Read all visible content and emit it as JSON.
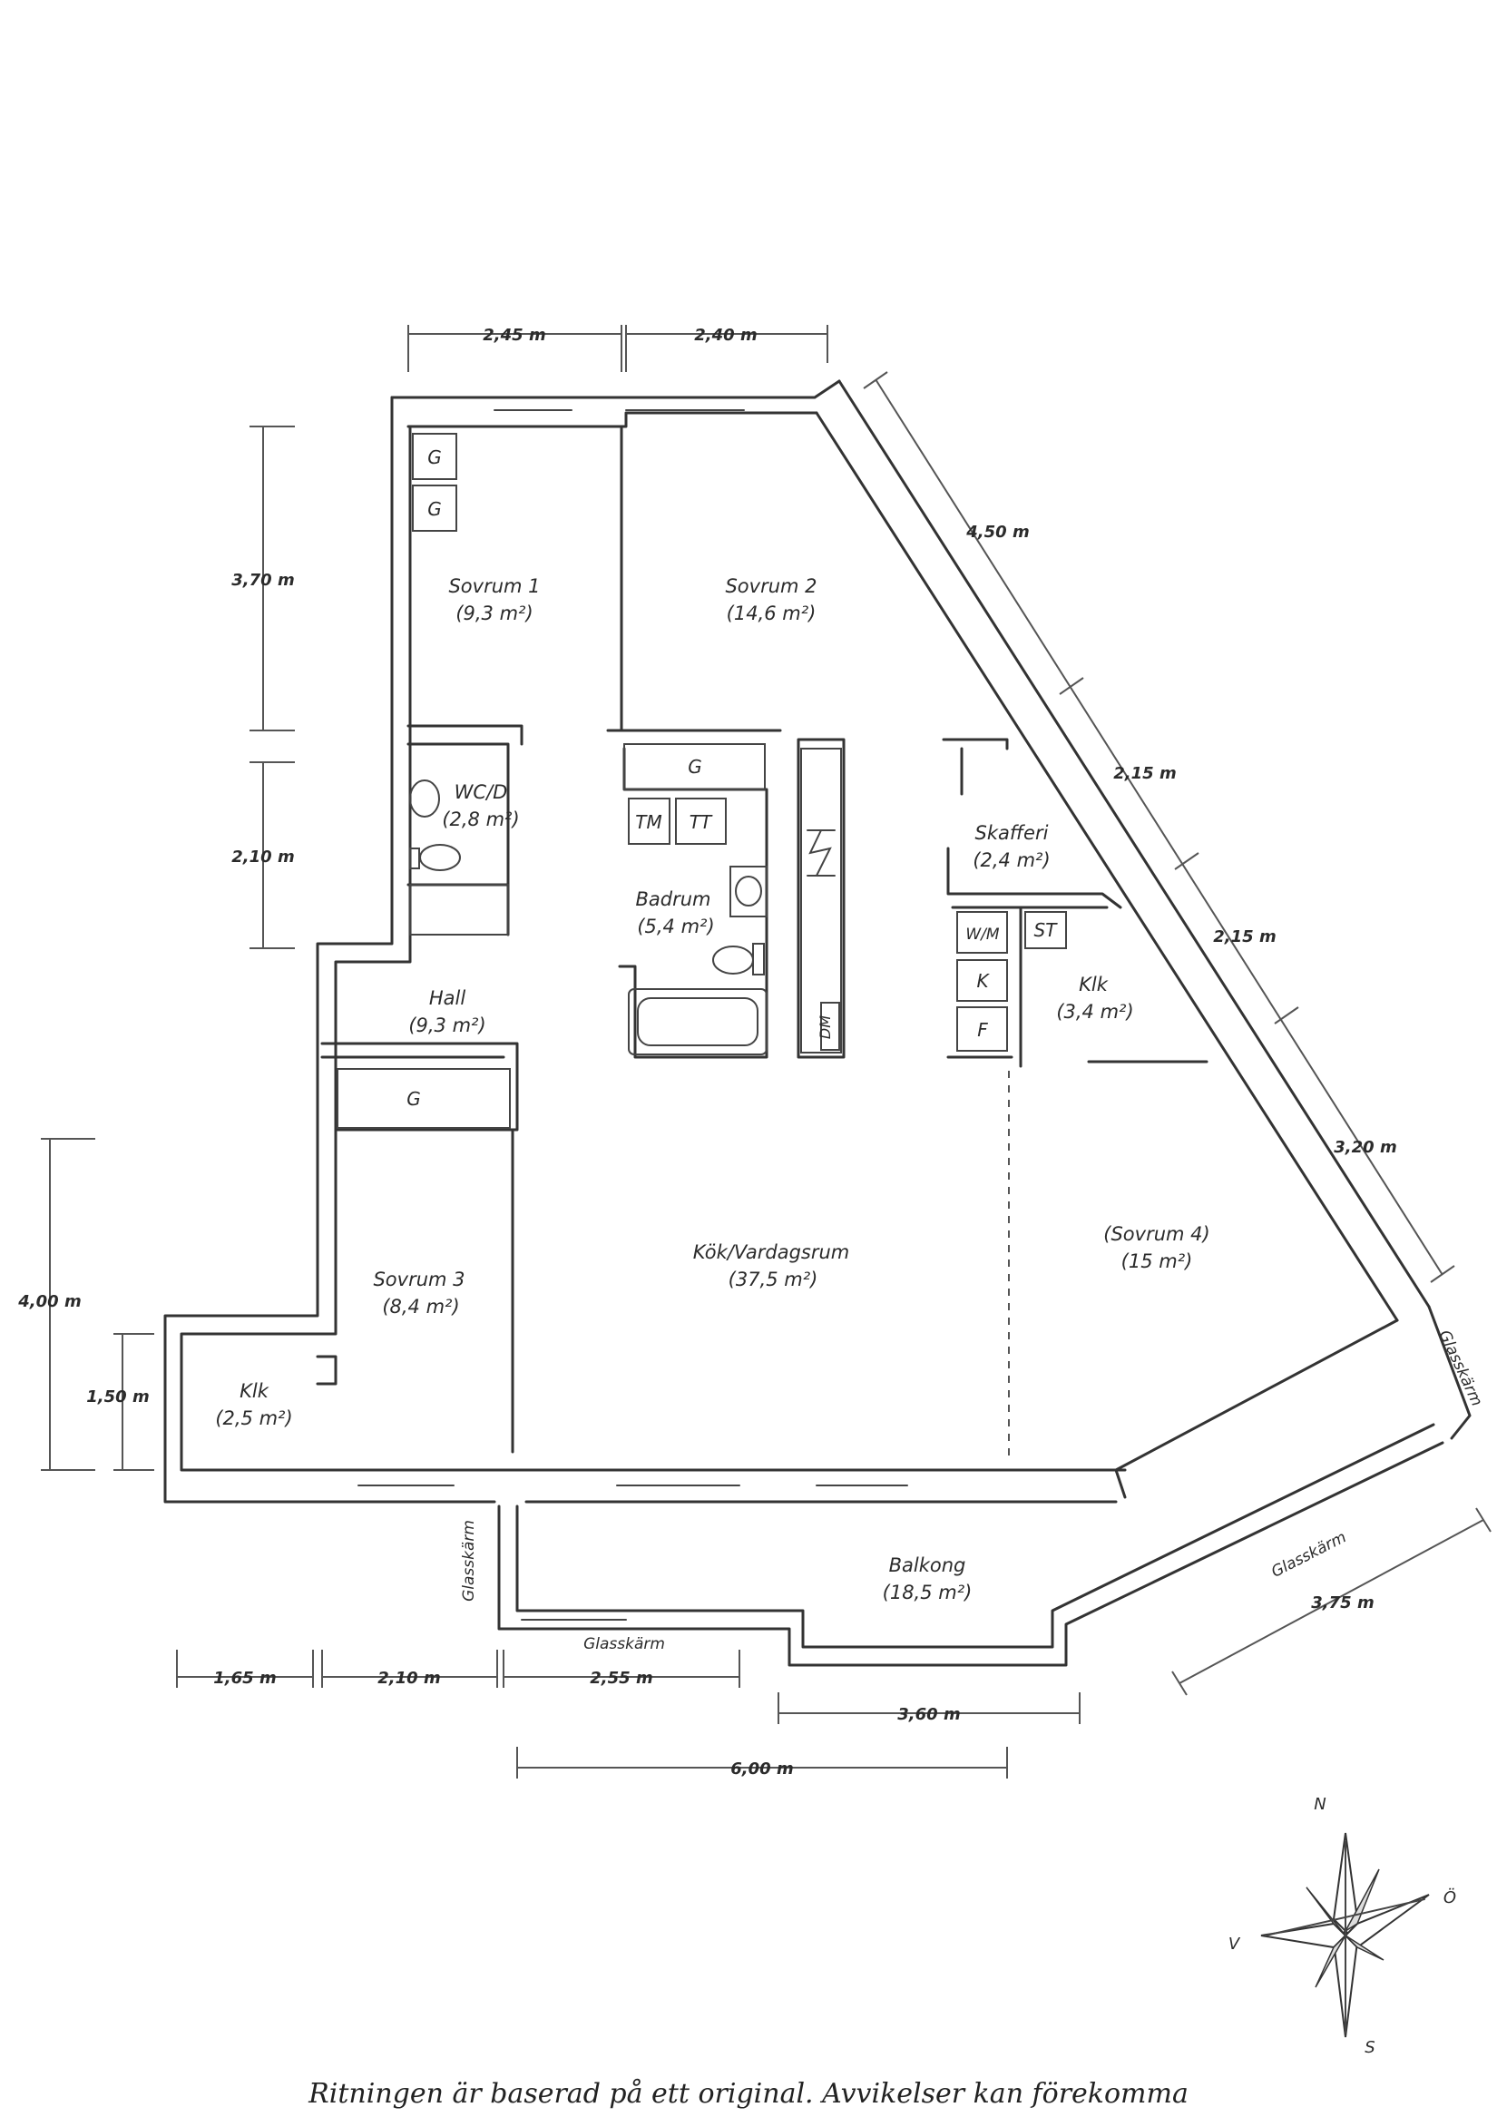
{
  "rooms": {
    "sovrum1": {
      "name": "Sovrum 1",
      "area": "(9,3 m²)"
    },
    "sovrum2": {
      "name": "Sovrum 2",
      "area": "(14,6 m²)"
    },
    "wcd": {
      "name": "WC/D",
      "area": "(2,8 m²)"
    },
    "badrum": {
      "name": "Badrum",
      "area": "(5,4 m²)"
    },
    "skafferi": {
      "name": "Skafferi",
      "area": "(2,4 m²)"
    },
    "klk_east": {
      "name": "Klk",
      "area": "(3,4 m²)"
    },
    "hall": {
      "name": "Hall",
      "area": "(9,3 m²)"
    },
    "kok": {
      "name": "Kök/Vardagsrum",
      "area": "(37,5 m²)"
    },
    "sovrum3": {
      "name": "Sovrum 3",
      "area": "(8,4 m²)"
    },
    "sovrum4": {
      "name": "(Sovrum 4)",
      "area": "(15 m²)"
    },
    "klk_west": {
      "name": "Klk",
      "area": "(2,5 m²)"
    },
    "balkong": {
      "name": "Balkong",
      "area": "(18,5 m²)"
    }
  },
  "fixtures": {
    "g": "G",
    "tm": "TM",
    "tt": "TT",
    "wm": "W/M",
    "st": "ST",
    "k": "K",
    "f": "F",
    "dm": "DM"
  },
  "dimensions": {
    "top_left": "2,45 m",
    "top_right": "2,40 m",
    "diag_1": "4,50 m",
    "diag_2": "2,15 m",
    "diag_3": "2,15 m",
    "diag_4": "3,20 m",
    "left_1": "3,70 m",
    "left_2": "2,10 m",
    "left_outer": "4,00 m",
    "left_inner": "1,50 m",
    "bottom_1": "1,65 m",
    "bottom_2": "2,10 m",
    "bottom_3": "2,55 m",
    "bottom_balcony": "3,60 m",
    "bottom_total": "6,00 m",
    "balcony_diag": "3,75 m"
  },
  "glass_labels": {
    "right": "Glasskärm",
    "left": "Glasskärm",
    "bottom": "Glasskärm",
    "diag": "Glasskärm"
  },
  "compass": {
    "n": "N",
    "s": "S",
    "o": "Ö",
    "v": "V"
  },
  "footer": "Ritningen är baserad på ett original. Avvikelser kan förekomma"
}
